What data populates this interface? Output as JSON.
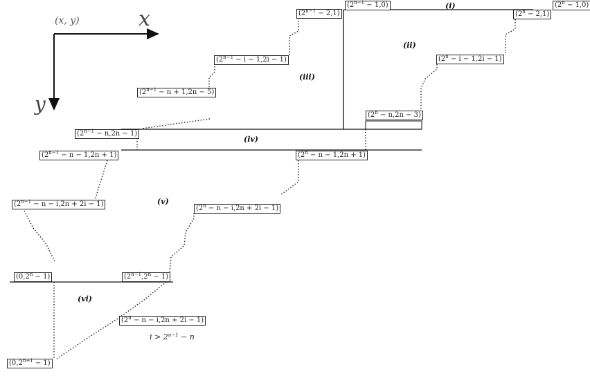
{
  "axes": {
    "origin_label": "(x, y)",
    "x_label": "x",
    "y_label": "y"
  },
  "regions": {
    "r1": "(i)",
    "r2": "(ii)",
    "r3": "(iii)",
    "r4": "(iv)",
    "r5": "(v)",
    "r6": "(vi)"
  },
  "labels": {
    "top_mid": "(2^{n−1} − 1,0)",
    "top_right": "(2^n − 1,0)",
    "top_left_step": "(2^{n−1} − 2,1)",
    "right_step1": "(2^n − 2,1)",
    "left_mid": "(2^{n−1} − i − 1,2i − 1)",
    "right_mid": "(2^n − i − 1,2i − 1)",
    "left_low": "(2^{n−1} − n + 1,2n − 5)",
    "right_low": "(2^n − n,2n − 3)",
    "iv_left": "(2^{n−1} − n,2n − 1)",
    "v_left_top": "(2^{n−1} − n − 1,2n + 1)",
    "v_right_top": "(2^n − n − 1,2n + 1)",
    "v_left_mid": "(2^{n−1} − n − i,2n + 2i − 1)",
    "v_right_mid": "(2^n − n − i,2n + 2i − 1)",
    "vi_left": "(0,2^n − 1)",
    "vi_right": "(2^{n−1},2^n − 1)",
    "vi_mid": "(2^n − n − i,2n + 2i − 1)",
    "bottom": "(0,2^{n+1} − 1)"
  },
  "note": "i > 2^{n−1} − n"
}
